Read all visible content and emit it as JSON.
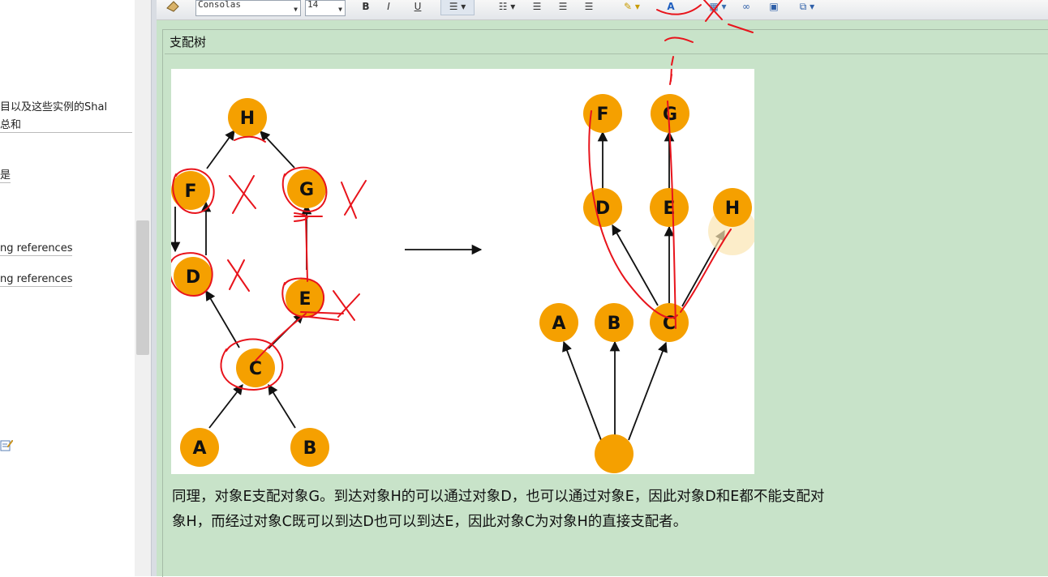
{
  "left_pane": {
    "items": [
      {
        "text": "目以及这些实例的Shal"
      },
      {
        "text": "总和"
      },
      {
        "text": "是"
      },
      {
        "text": "ng references"
      },
      {
        "text": "ng references"
      }
    ]
  },
  "toolbar": {
    "font_name": "Consolas",
    "font_size": "14",
    "bold_label": "B",
    "italic_label": "I",
    "underline_label": "U",
    "text_color_label": "A"
  },
  "document": {
    "title": "支配树",
    "caption_line1": "同理，对象E支配对象G。到达对象H的可以通过对象D，也可以通过对象E，因此对象D和E都不能支配对",
    "caption_line2": "象H，而经过对象C既可以到达D也可以到达E，因此对象C为对象H的直接支配者。"
  },
  "diagram": {
    "node_color": "#f5a000",
    "annotation_color": "#e8141c",
    "left_graph": {
      "nodes": {
        "H": "H",
        "F": "F",
        "G": "G",
        "D": "D",
        "E": "E",
        "C": "C",
        "A": "A",
        "B": "B"
      }
    },
    "right_tree": {
      "nodes": {
        "F": "F",
        "G": "G",
        "D": "D",
        "E": "E",
        "H": "H",
        "A": "A",
        "B": "B",
        "C": "C"
      }
    }
  }
}
